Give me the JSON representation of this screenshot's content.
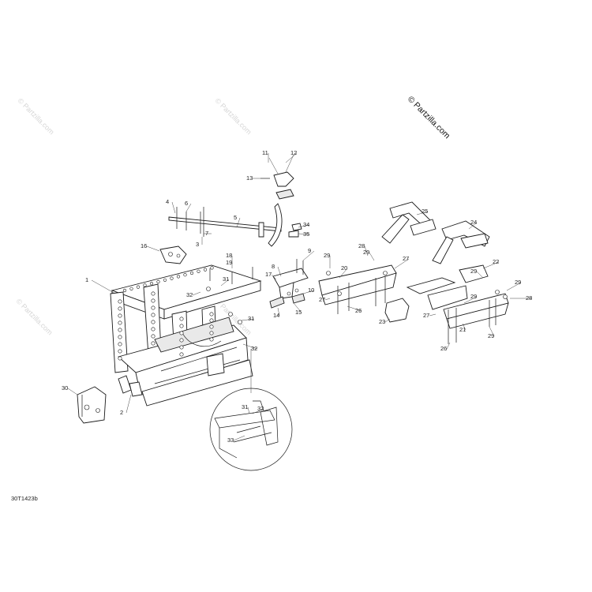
{
  "diagram": {
    "copyright": "© Partzilla.com",
    "watermark": "© Partzilla.com",
    "drawing_code": "30T1423b",
    "callouts": [
      "1",
      "2",
      "3",
      "4",
      "5",
      "6",
      "7",
      "8",
      "9",
      "10",
      "11",
      "12",
      "13",
      "14",
      "15",
      "16",
      "17",
      "18",
      "19",
      "20",
      "21",
      "22",
      "23",
      "24",
      "25",
      "26",
      "27",
      "28",
      "29",
      "30",
      "31",
      "32",
      "33",
      "34",
      "35"
    ]
  }
}
